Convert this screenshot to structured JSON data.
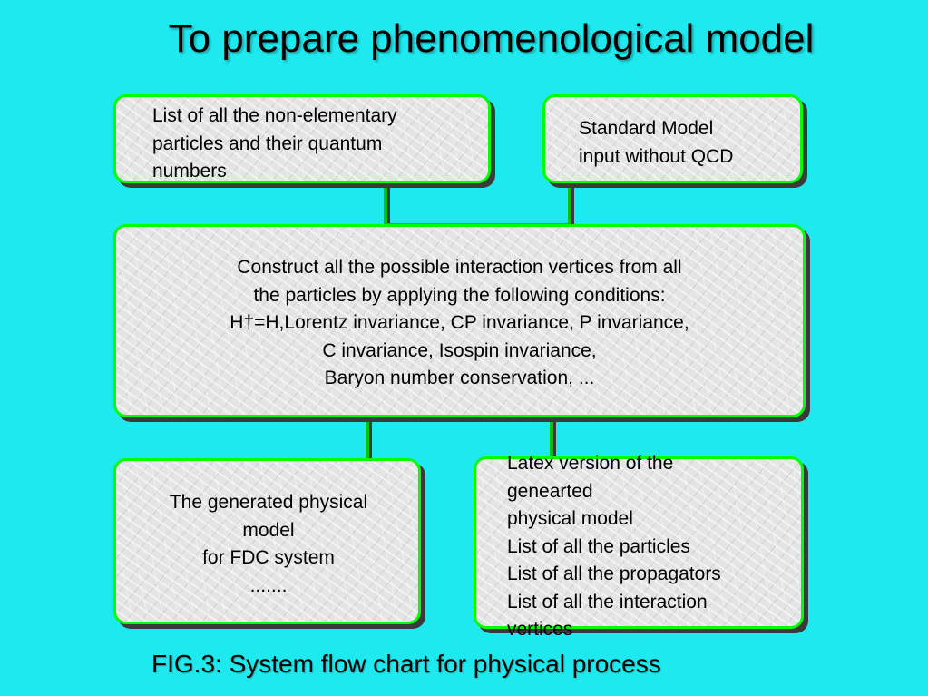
{
  "title": "To prepare phenomenological model",
  "boxes": {
    "particles": {
      "lines": [
        "List of all the non-elementary",
        "particles and their quantum",
        "numbers"
      ]
    },
    "standard_model": {
      "lines": [
        "Standard Model",
        "input without QCD"
      ]
    },
    "construct": {
      "lines": [
        "Construct all the possible interaction vertices from all",
        "the particles by applying the following conditions:",
        "H†=H,Lorentz invariance, CP invariance, P invariance,",
        "C invariance, Isospin invariance,",
        "Baryon number conservation, ..."
      ]
    },
    "generated": {
      "lines": [
        "The generated physical",
        "model",
        "for FDC system",
        "......."
      ]
    },
    "latex": {
      "lines": [
        "Latex version of the",
        "genearted",
        "physical model",
        "List of all the particles",
        "List of all the propagators",
        "List of all the interaction",
        "vertices"
      ]
    }
  },
  "caption": "FIG.3: System flow chart for physical process",
  "colors": {
    "background": "#1de9ef",
    "box_border": "#00ff00",
    "box_fill": "#e4e4e4",
    "connector": "#00c400",
    "shadow": "#3a3a3a"
  }
}
